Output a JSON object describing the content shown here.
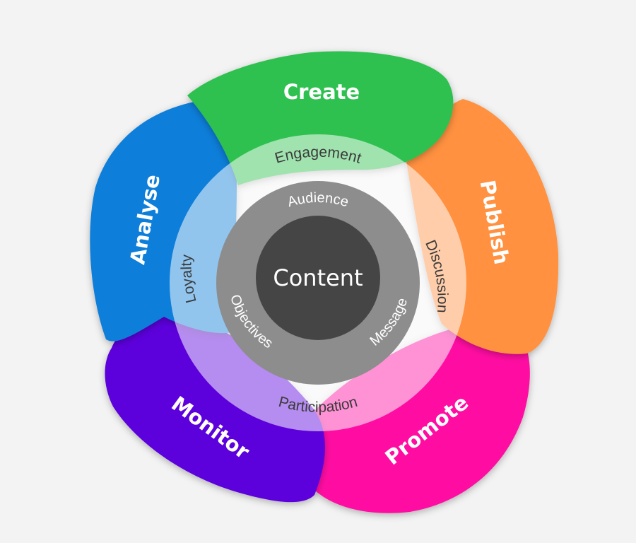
{
  "center": {
    "label": "Content",
    "color": "#454545"
  },
  "stages": [
    {
      "key": "create",
      "label": "Create",
      "color": "#2ec14f"
    },
    {
      "key": "publish",
      "label": "Publish",
      "color": "#ff913f"
    },
    {
      "key": "promote",
      "label": "Promote",
      "color": "#ff0da2"
    },
    {
      "key": "monitor",
      "label": "Monitor",
      "color": "#5b00dc"
    },
    {
      "key": "analyse",
      "label": "Analyse",
      "color": "#0a7ed9"
    }
  ],
  "outer_ring": {
    "color": "#ffffff",
    "labels": {
      "engagement": "Engagement",
      "discussion": "Discussion",
      "participation": "Participation",
      "loyalty": "Loyalty"
    }
  },
  "inner_ring": {
    "color": "#8d8d8d",
    "labels": {
      "audience": "Audience",
      "message": "Message",
      "objectives": "Objectives"
    }
  }
}
